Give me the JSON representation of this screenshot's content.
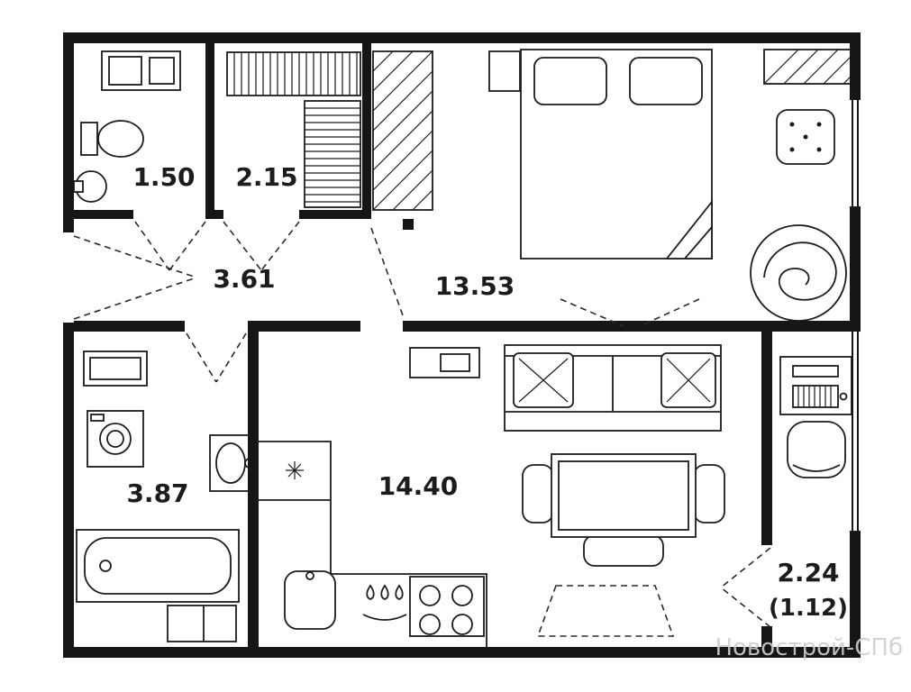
{
  "floorplan": {
    "watermark": "Новострой-СПб",
    "colors": {
      "wall": "#161616",
      "ink": "#1c1c1c",
      "watermark": "#cfcfcf"
    },
    "rooms": {
      "wc": {
        "area": "1.50"
      },
      "wardrobe": {
        "area": "2.15"
      },
      "hallway": {
        "area": "3.61"
      },
      "bedroom": {
        "area": "13.53"
      },
      "bathroom": {
        "area": "3.87"
      },
      "kitchen_living": {
        "area": "14.40"
      },
      "balcony": {
        "area": "2.24",
        "area_reduced": "(1.12)"
      }
    }
  }
}
